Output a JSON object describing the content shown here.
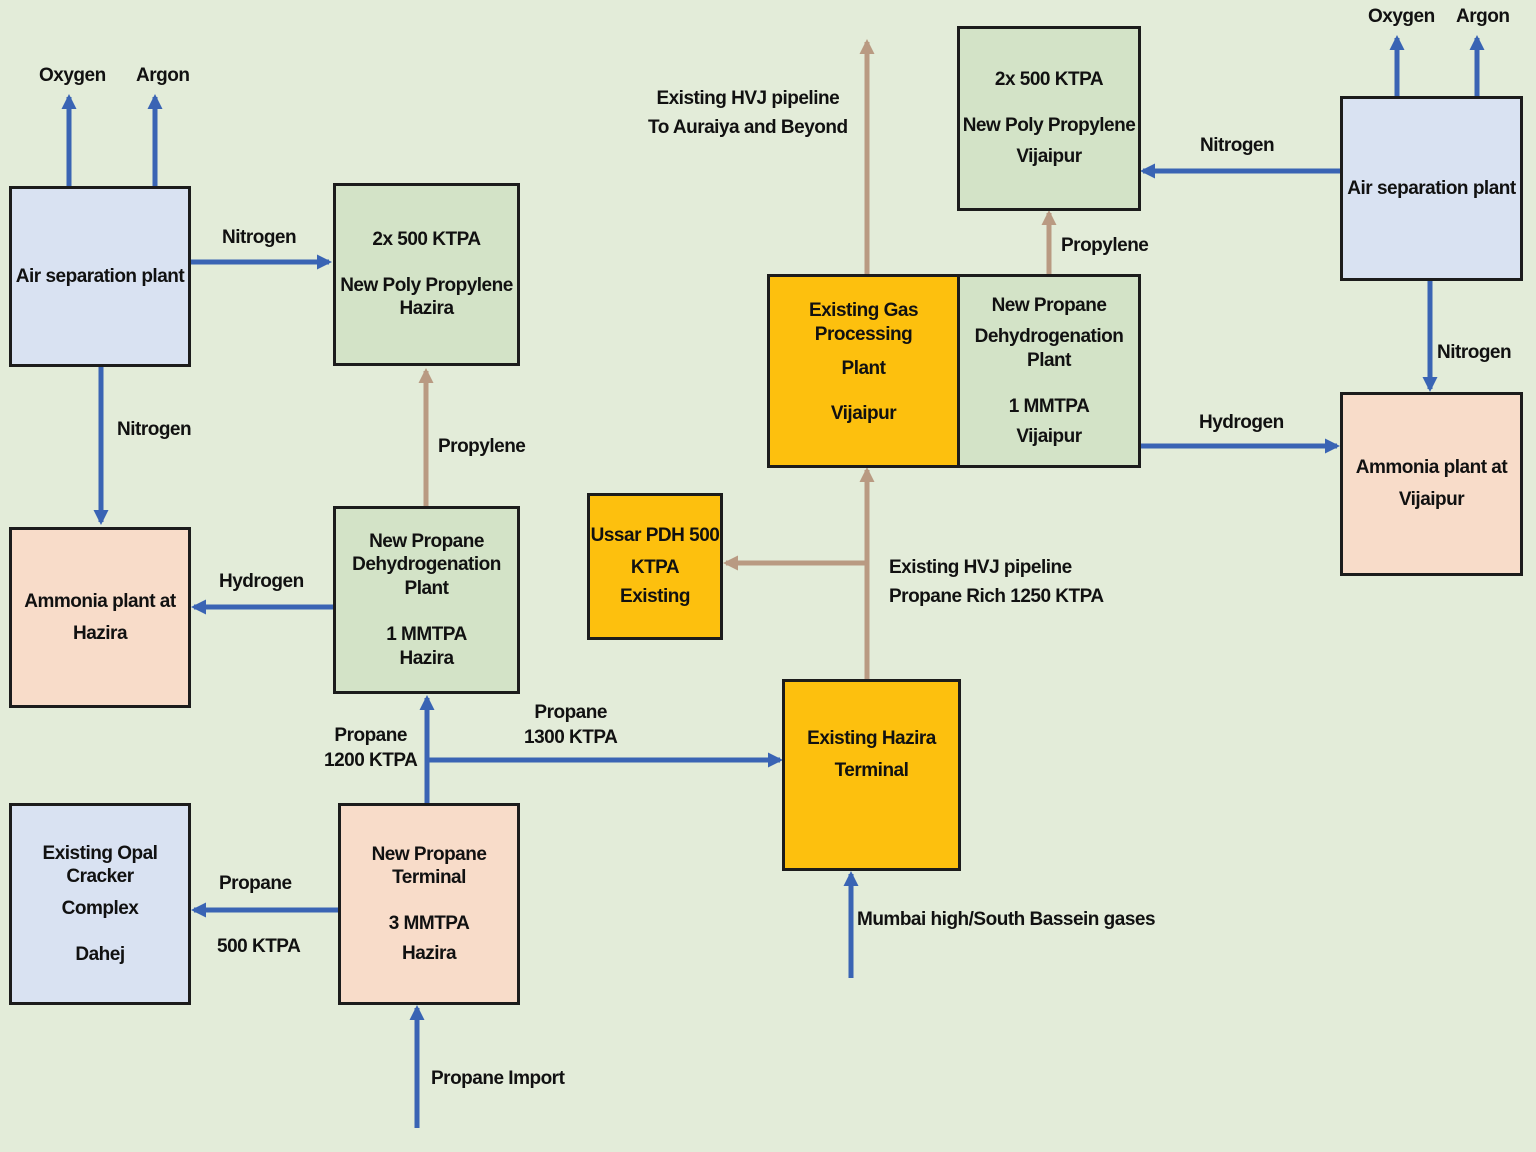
{
  "colors": {
    "background": "#e3ecd9",
    "blue_arrow": "#3a64b4",
    "tan_arrow": "#b99a82",
    "blue_box": "#d9e2f2",
    "green_box": "#d3e3c7",
    "peach_box": "#f8dcc9",
    "orange_box": "#fdc00e"
  },
  "boxes": {
    "asp_hazira": "Air separation plant",
    "pp_hazira": [
      "2x 500 KTPA",
      "New Poly Propylene",
      "Hazira"
    ],
    "ammonia_hazira": [
      "Ammonia plant at",
      "Hazira"
    ],
    "pdh_hazira": [
      "New Propane",
      "Dehydrogenation Plant",
      "1 MMTPA",
      "Hazira"
    ],
    "opal": [
      "Existing Opal Cracker",
      "Complex",
      "Dahej"
    ],
    "propane_terminal": [
      "New Propane Terminal",
      "3 MMTPA",
      "Hazira"
    ],
    "ussar": [
      "Ussar PDH 500",
      "KTPA",
      "Existing"
    ],
    "hazira_terminal": [
      "Existing Hazira",
      "Terminal"
    ],
    "gas_processing": [
      "Existing Gas Processing",
      "Plant",
      "Vijaipur"
    ],
    "pdh_vijaipur": [
      "New Propane",
      "Dehydrogenation Plant",
      "1 MMTPA",
      "Vijaipur"
    ],
    "pp_vijaipur": [
      "2x 500 KTPA",
      "New Poly Propylene",
      "Vijaipur"
    ],
    "asp_vijaipur": "Air separation plant",
    "ammonia_vijaipur": [
      "Ammonia plant at",
      "Vijaipur"
    ]
  },
  "labels": {
    "oxygen_left": "Oxygen",
    "argon_left": "Argon",
    "nitrogen_left_h": "Nitrogen",
    "nitrogen_left_v": "Nitrogen",
    "propylene_left": "Propylene",
    "hydrogen_left": "Hydrogen",
    "propane_1200": [
      "Propane",
      "1200 KTPA"
    ],
    "propane_1300": [
      "Propane",
      "1300 KTPA"
    ],
    "propane_500_a": "Propane",
    "propane_500_b": "500 KTPA",
    "propane_import": "Propane Import",
    "hvj_top": [
      "Existing HVJ pipeline",
      "To Auraiya and Beyond"
    ],
    "hvj_mid": [
      "Existing HVJ pipeline",
      "Propane Rich 1250 KTPA"
    ],
    "mumbai_gases": "Mumbai high/South Bassein gases",
    "propylene_right": "Propylene",
    "nitrogen_right_h": "Nitrogen",
    "nitrogen_right_v": "Nitrogen",
    "hydrogen_right": "Hydrogen",
    "oxygen_right": "Oxygen",
    "argon_right": "Argon"
  }
}
